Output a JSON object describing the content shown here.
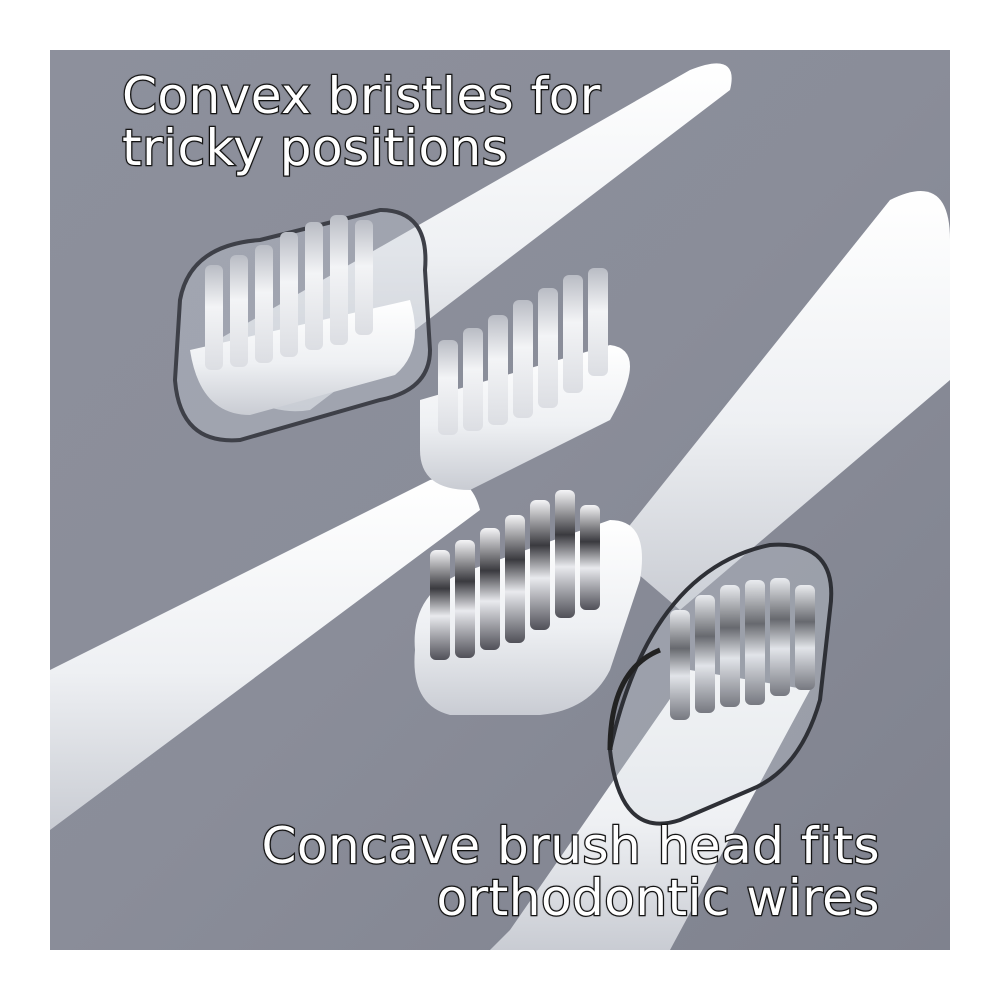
{
  "captions": {
    "top": {
      "line1": "Convex bristles for",
      "line2": "tricky positions"
    },
    "bottom": {
      "line1": "Concave brush head fits",
      "line2": "orthodontic wires"
    }
  },
  "colors": {
    "background": "#8a8d99",
    "handle": "#f4f5f7",
    "bristle": "#e9eaee",
    "text_fill": "#ffffff",
    "text_outline": "#1c1c1c"
  }
}
